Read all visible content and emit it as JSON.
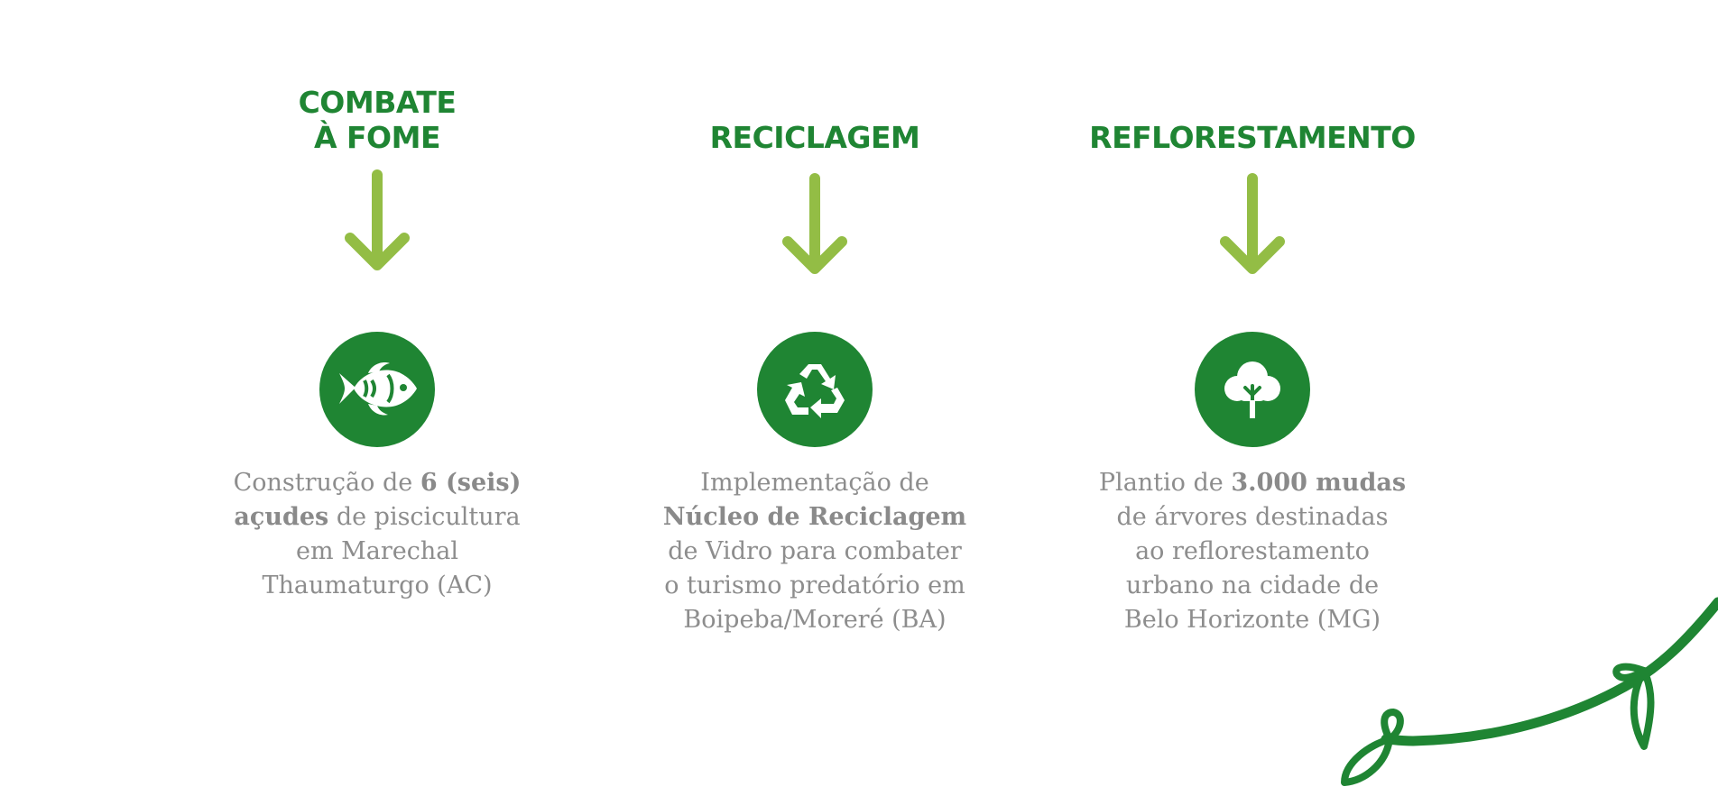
{
  "colors": {
    "brand_green": "#1f8533",
    "arrow_green": "#93bd45",
    "text_gray": "#8d8d8d"
  },
  "columns": [
    {
      "title_lines": [
        "COMBATE",
        "À FOME"
      ],
      "icon": "fish-icon",
      "desc": {
        "l1a": "Construção de ",
        "l1b": "6 (seis)",
        "l2a": "açudes",
        "l2b": " de piscicultura",
        "l3": "em Marechal",
        "l4": "Thaumaturgo (AC)"
      }
    },
    {
      "title_lines": [
        "RECICLAGEM"
      ],
      "icon": "recycle-icon",
      "desc": {
        "l1": "Implementação de",
        "l2": "Núcleo de Reciclagem",
        "l3": "de Vidro para combater",
        "l4": "o turismo predatório em",
        "l5": "Boipeba/Moreré (BA)"
      }
    },
    {
      "title_lines": [
        "REFLORESTAMENTO"
      ],
      "icon": "tree-icon",
      "desc": {
        "l1a": "Plantio de ",
        "l1b": "3.000 mudas",
        "l2": "de árvores destinadas",
        "l3": "ao reflorestamento",
        "l4": "urbano na cidade de",
        "l5": "Belo Horizonte (MG)"
      }
    }
  ]
}
